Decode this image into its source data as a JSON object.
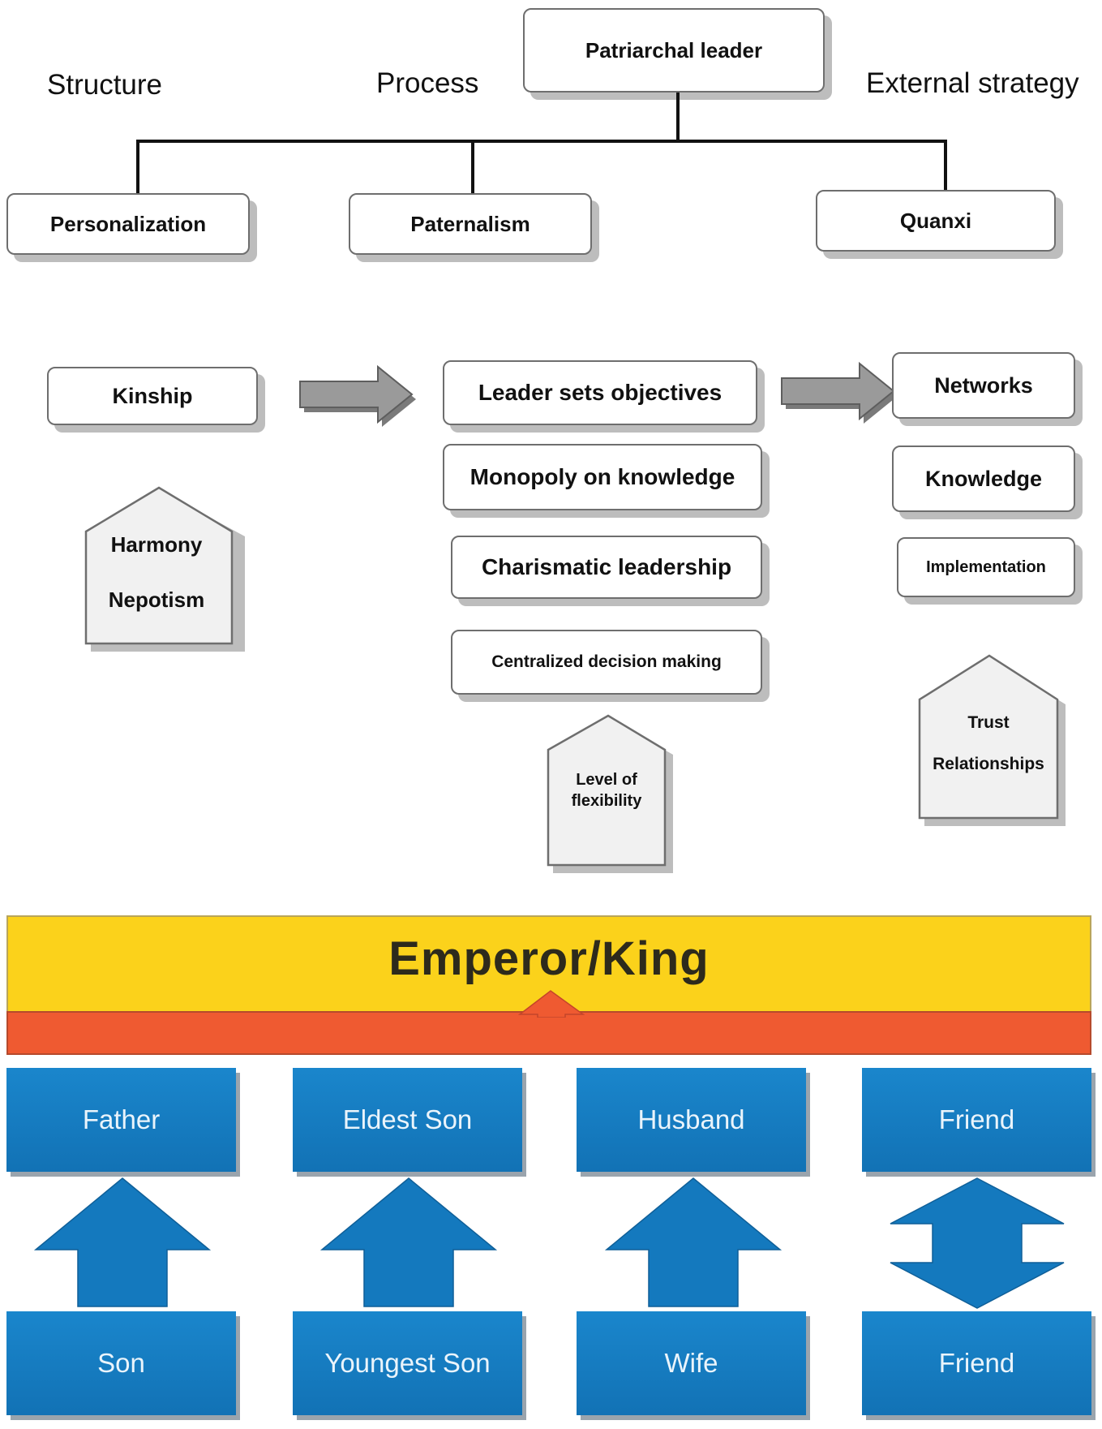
{
  "leader": "Patriarchal leader",
  "headings": {
    "structure": "Structure",
    "process": "Process",
    "external": "External strategy"
  },
  "level2": {
    "personalization": "Personalization",
    "paternalism": "Paternalism",
    "quanxi": "Quanxi"
  },
  "structure_col": {
    "kinship": "Kinship",
    "pentagon_lines": [
      "Harmony",
      "Nepotism"
    ]
  },
  "process_col": {
    "items": [
      "Leader sets objectives",
      "Monopoly on knowledge",
      "Charismatic leadership",
      "Centralized decision making"
    ],
    "pentagon_lines": [
      "Level of",
      "flexibility"
    ]
  },
  "external_col": {
    "items": [
      "Networks",
      "Knowledge",
      "Implementation"
    ],
    "pentagon_lines": [
      "Trust",
      "Relationships"
    ]
  },
  "hierarchy": {
    "top": "Emperor/King",
    "upper": [
      "Father",
      "Eldest Son",
      "Husband",
      "Friend"
    ],
    "lower": [
      "Son",
      "Youngest Son",
      "Wife",
      "Friend"
    ],
    "arrow_types": [
      "up",
      "up",
      "up",
      "both"
    ]
  },
  "colors": {
    "yellow_band": "#fbd21b",
    "red_band": "#ef5a31",
    "blue_box": "#1a7dc2",
    "gray_arrow": "#8f8f8f"
  }
}
